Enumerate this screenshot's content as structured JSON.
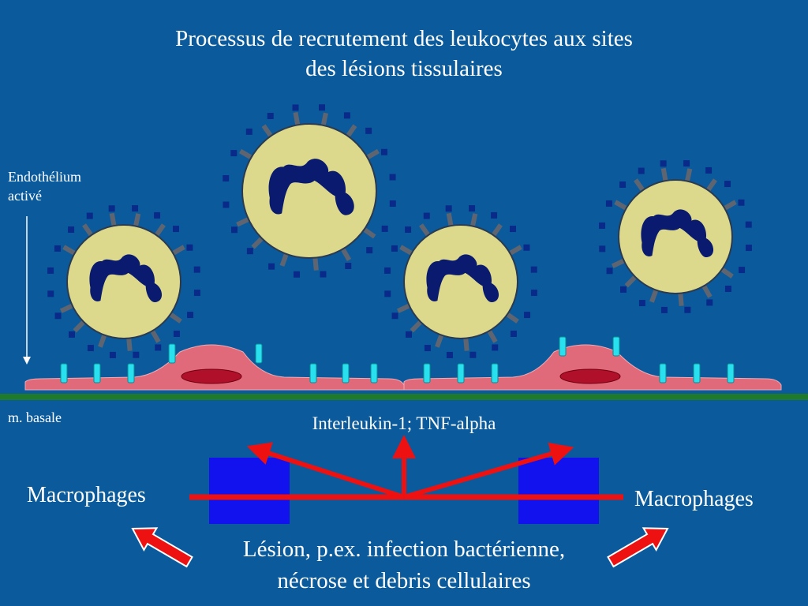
{
  "title_line1": "Processus de recrutement des leukocytes aux sites",
  "title_line2": "des lésions tissulaires",
  "label_endothelium_1": "Endothélium",
  "label_endothelium_2": "activé",
  "label_membrane": "m. basale",
  "label_cytokines": "Interleukin-1; TNF-alpha",
  "label_macrophages_left": "Macrophages",
  "label_macrophages_right": "Macrophages",
  "label_lesion_line1": "Lésion, p.ex. infection bactérienne,",
  "label_lesion_line2": "nécrose et debris cellulaires",
  "colors": {
    "background": "#0b5b9c",
    "leukocyte_body": "#dcd98c",
    "leukocyte_nucleus": "#0a1a6e",
    "endothelial_cell": "#e06a7a",
    "endothelial_nucleus": "#b0102a",
    "adhesion_molecule": "#29e0ee",
    "basal_membrane": "#1f7a2c",
    "macrophage_block": "#1212ee",
    "arrow": "#ee1111"
  }
}
